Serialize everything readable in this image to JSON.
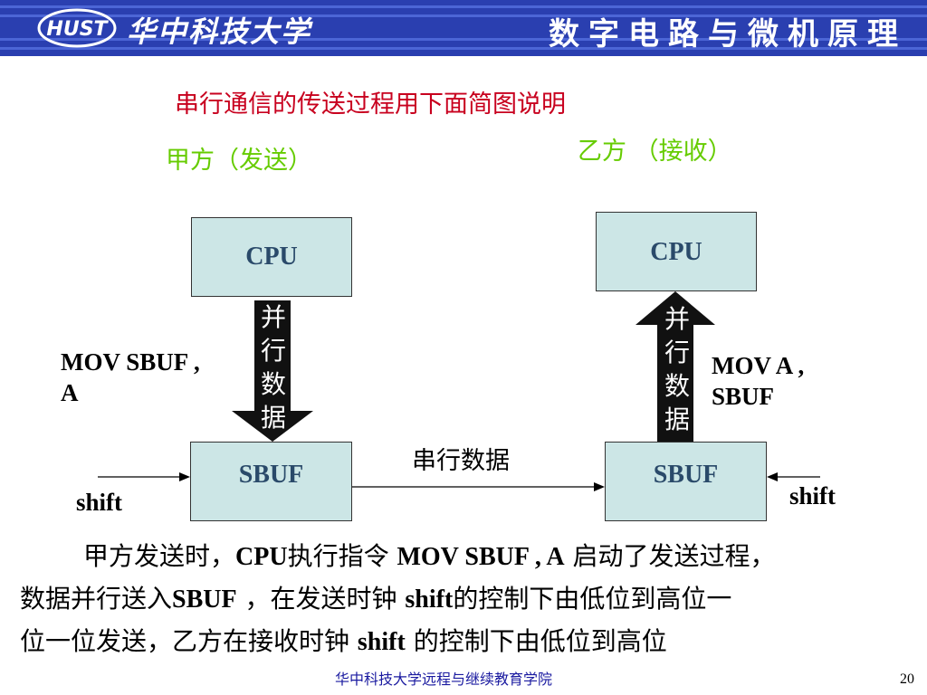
{
  "header": {
    "university": "华中科技大学",
    "logo_text": "HUST",
    "course": "数字电路与微机原理",
    "banner_color": "#2a3fb0"
  },
  "slide": {
    "title": "串行通信的传送过程用下面简图说明",
    "title_color": "#c8001e"
  },
  "diagram": {
    "sender_label": "甲方（发送）",
    "receiver_label": "乙方 （接收）",
    "label_color": "#66cc00",
    "cpu_label": "CPU",
    "sbuf_label": "SBUF",
    "box_color": "#cce6e6",
    "parallel_data_chars": [
      "并",
      "行",
      "数",
      "据"
    ],
    "sender_instruction_line1": "MOV  SBUF ,",
    "sender_instruction_line2": "A",
    "receiver_instruction_line1": "MOV A ,",
    "receiver_instruction_line2": "SBUF",
    "serial_data_label": "串行数据",
    "shift_label": "shift"
  },
  "description": {
    "line1_a": "甲方发送时，",
    "line1_b": "CPU",
    "line1_c": "执行指令 ",
    "line1_d": "MOV SBUF , A",
    "line1_e": " 启动了发送过程，",
    "line2_a": "数据并行送入",
    "line2_b": "SBUF",
    "line2_c": " ，在发送时钟 ",
    "line2_d": "shift",
    "line2_e": "的控制下由低位到高位一",
    "line3_a": "位一位发送，乙方在接收时钟 ",
    "line3_b": "shift",
    "line3_c": " 的控制下由低位到高位"
  },
  "footer": {
    "institution": "华中科技大学远程与继续教育学院",
    "page_number": "20"
  }
}
